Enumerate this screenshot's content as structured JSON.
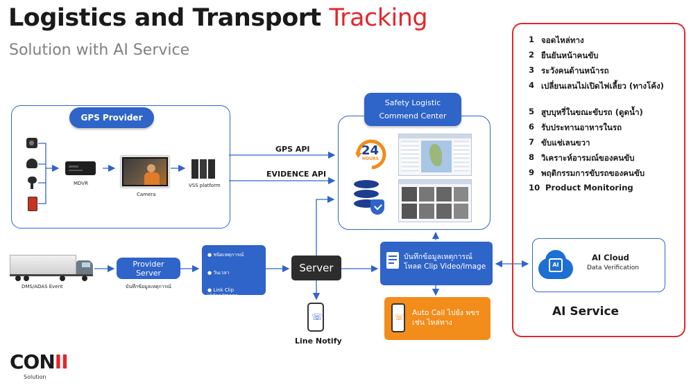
{
  "header": {
    "title_main": "Logistics and Transport",
    "title_accent": "Tracking",
    "subtitle": "Solution with AI Service"
  },
  "gps": {
    "title": "GPS Provider",
    "mdvr": "MDVR",
    "camera": "Camera",
    "vss": "VSS platform"
  },
  "flows": {
    "gps_api": "GPS API",
    "evidence_api": "EVIDENCE API"
  },
  "scc": {
    "line1": "Safety Logistic",
    "line2": "Commend Center",
    "badge_num": "24",
    "badge_text": "HOURS"
  },
  "truck_event": "DMS/ADAS Event",
  "provider": {
    "line1": "Provider",
    "line2": "Server",
    "caption": "บันทึกข้อมูลเหตุการณ์"
  },
  "data_box": {
    "items": [
      "ชนิดเหตุการณ์",
      "วันเวลา",
      "Link Clip Video/Image"
    ]
  },
  "server": "Server",
  "line_notify": "Line Notify",
  "record_box": {
    "line1": "บันทึกข้อมูลเหตุการณ์",
    "line2": "โหลด Clip Video/Image"
  },
  "auto_call": {
    "line1": "Auto Call ไปยัง พขร",
    "line2": "เช่น ไหล่ทาง"
  },
  "ai_list": [
    {
      "n": "1",
      "text": "จอดไหล่ทาง"
    },
    {
      "n": "2",
      "text": "ยืนยันหน้าคนขับ"
    },
    {
      "n": "3",
      "text": "ระวังคนด้านหน้ารถ"
    },
    {
      "n": "4",
      "text": "เปลี่ยนเลนไม่เปิดไฟเลี้ยว (ทางโค้ง)"
    },
    {
      "n": "5",
      "text": "สูบบุหรี่ในขณะขับรถ (ดูดน้ำ)"
    },
    {
      "n": "6",
      "text": "รับประทานอาหารในรถ"
    },
    {
      "n": "7",
      "text": "ขับแช่เลนขวา"
    },
    {
      "n": "8",
      "text": "วิเคราะห์อารมณ์ของคนขับ"
    },
    {
      "n": "9",
      "text": "พฤติกรรมการขับรถของคนขับ"
    },
    {
      "n": "10",
      "text": "Product Monitoring"
    }
  ],
  "ai_cloud": {
    "title": "AI Cloud",
    "subtitle": "Data Verification",
    "chip": "AI"
  },
  "ai_service": "AI Service",
  "logo": {
    "main": "CON",
    "accent": "II",
    "sub": "Solution"
  },
  "colors": {
    "blue": "#2f64c8",
    "red": "#e3262b",
    "orange": "#f28c1a",
    "dark": "#2d2d2d"
  }
}
